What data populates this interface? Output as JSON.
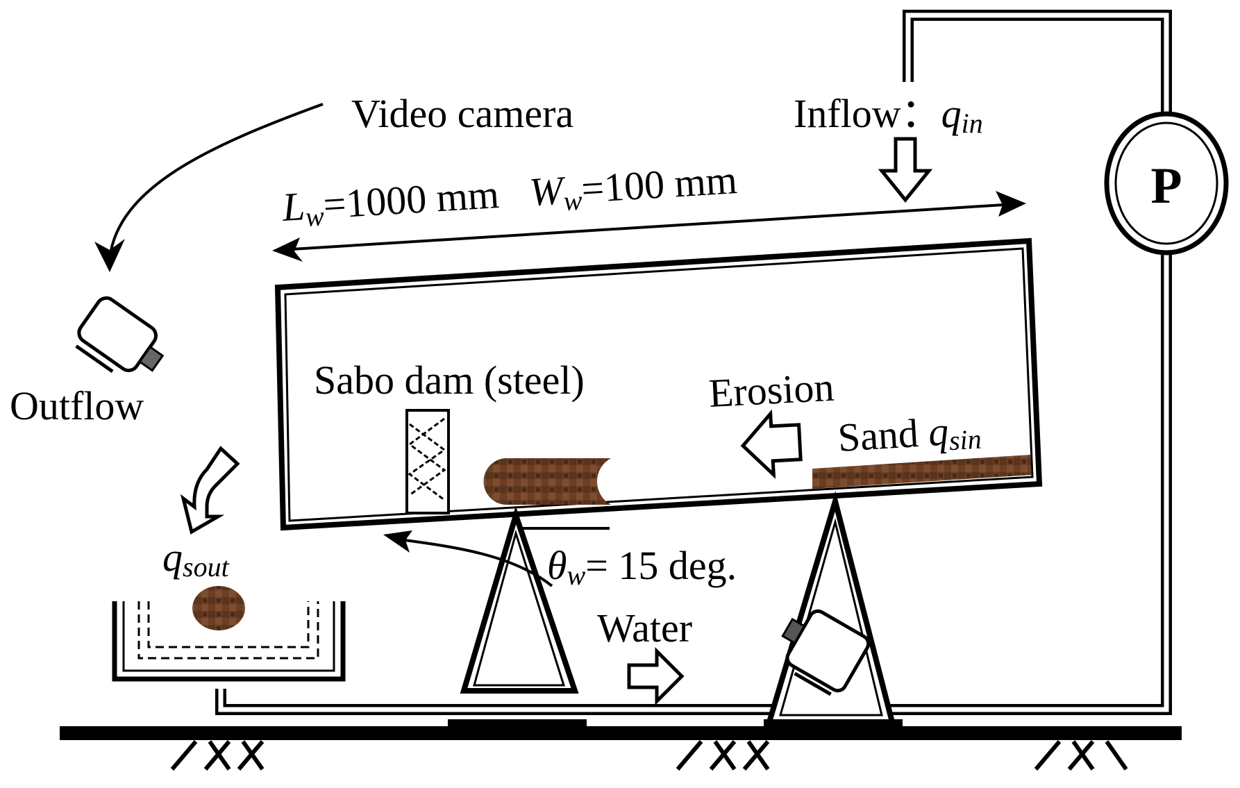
{
  "labels": {
    "video_camera": "Video  camera",
    "inflow": "Inflow",
    "inflow_colon": "：",
    "inflow_var": "q",
    "inflow_sub": "in",
    "length_var": "L",
    "length_sub": "w",
    "length_val": "=1000  mm",
    "width_var": "W",
    "width_sub": "w",
    "width_val": "=100  mm",
    "pump": "P",
    "outflow": "Outflow",
    "sabo_dam": "Sabo dam (steel)",
    "erosion": "Erosion",
    "sand": "Sand ",
    "sand_var": "q",
    "sand_sub": "sin",
    "sout_var": "q",
    "sout_sub": "sout",
    "theta_var": "θ",
    "theta_sub": "w",
    "theta_val": "= 15 deg.",
    "water": "Water"
  },
  "colors": {
    "line": "#000000",
    "sediment": "#6b3f24",
    "sediment_dark": "#4a2a17",
    "background": "#ffffff"
  }
}
